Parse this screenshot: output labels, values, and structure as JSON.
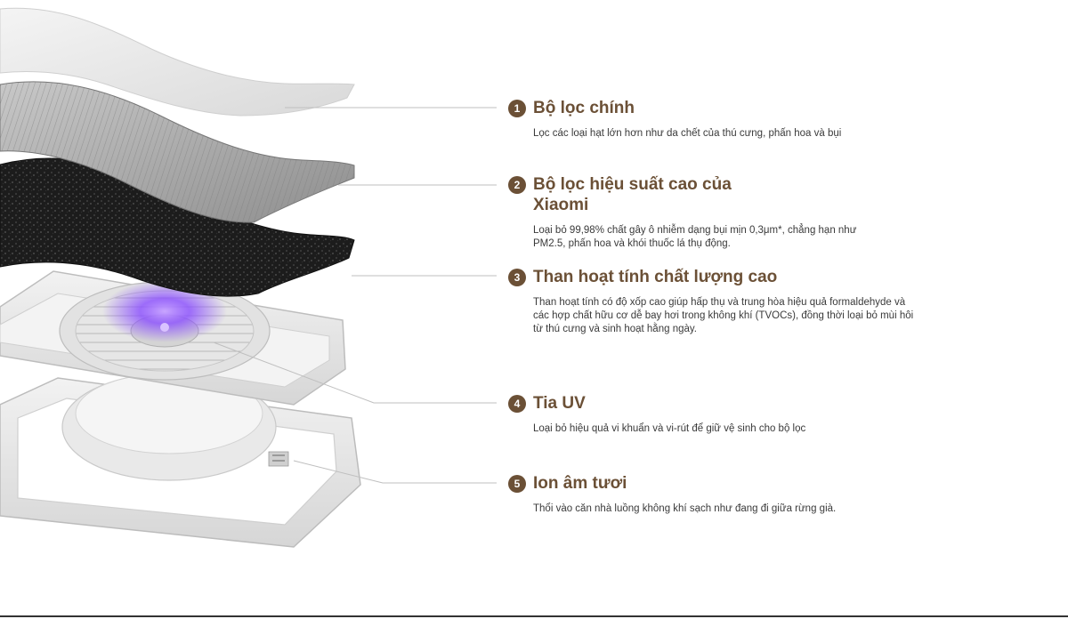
{
  "features": [
    {
      "number": "1",
      "title": "Bộ lọc chính",
      "description": "Lọc các loại hạt lớn hơn như da chết của thú cưng, phấn hoa và bụi"
    },
    {
      "number": "2",
      "title": "Bộ lọc hiệu suất cao của Xiaomi",
      "description": "Loại bỏ 99,98% chất gây ô nhiễm dạng bụi mịn 0,3μm*, chẳng hạn như PM2.5, phấn hoa và khói thuốc lá thụ động."
    },
    {
      "number": "3",
      "title": "Than hoạt tính chất lượng cao",
      "description": "Than hoạt tính có độ xốp cao giúp hấp thụ và trung hòa hiệu quả formaldehyde và các hợp chất hữu cơ dễ bay hơi trong không khí (TVOCs), đồng thời loại bỏ mùi hôi từ thú cưng và sinh hoạt hằng ngày."
    },
    {
      "number": "4",
      "title": "Tia UV",
      "description": "Loại bỏ hiệu quả vi khuẩn và vi-rút để giữ vệ sinh cho bộ lọc"
    },
    {
      "number": "5",
      "title": "Ion âm tươi",
      "description": "Thổi vào căn nhà luồng không khí sạch như đang đi giữa rừng già."
    }
  ],
  "colors": {
    "accent": "#6b5036",
    "text": "#3a3a3a",
    "uv_glow": "#8a4dff"
  }
}
